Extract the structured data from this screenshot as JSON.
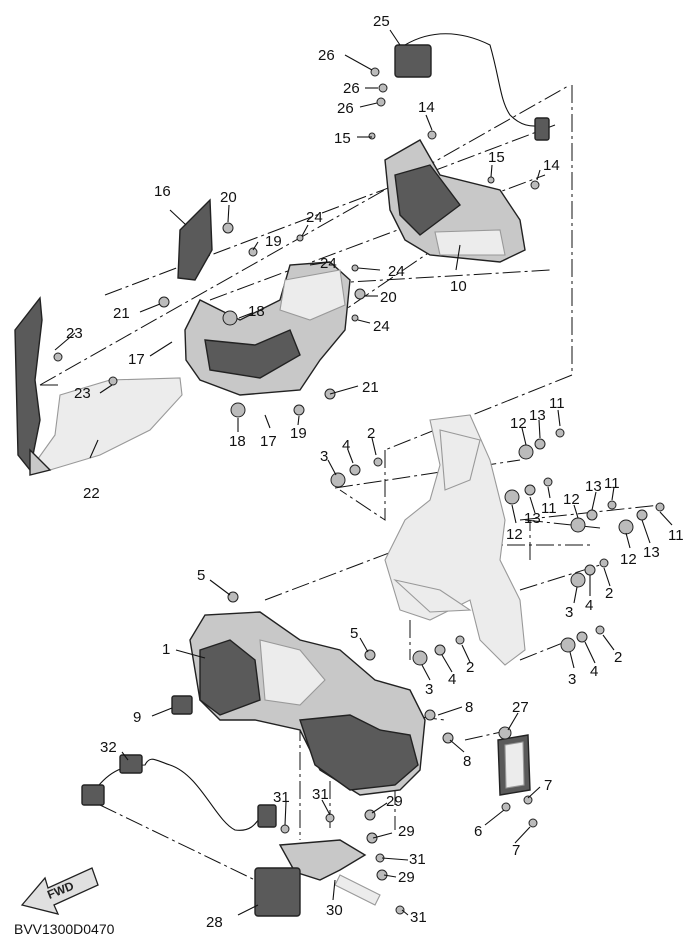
{
  "diagram_code": "BVV1300D0470",
  "fwd_label": "FWD",
  "callouts": {
    "c1": "1",
    "c2a": "2",
    "c2b": "2",
    "c2c": "2",
    "c2d": "2",
    "c3a": "3",
    "c3b": "3",
    "c3c": "3",
    "c3d": "3",
    "c4a": "4",
    "c4b": "4",
    "c4c": "4",
    "c4d": "4",
    "c5a": "5",
    "c5b": "5",
    "c6": "6",
    "c7a": "7",
    "c7b": "7",
    "c8a": "8",
    "c8b": "8",
    "c9": "9",
    "c10": "10",
    "c11a": "11",
    "c11b": "11",
    "c11c": "11",
    "c11d": "11",
    "c12a": "12",
    "c12b": "12",
    "c12c": "12",
    "c12d": "12",
    "c13a": "13",
    "c13b": "13",
    "c13c": "13",
    "c13d": "13",
    "c14a": "14",
    "c14b": "14",
    "c15a": "15",
    "c15b": "15",
    "c16": "16",
    "c17a": "17",
    "c17b": "17",
    "c18a": "18",
    "c18b": "18",
    "c19a": "19",
    "c19b": "19",
    "c20a": "20",
    "c20b": "20",
    "c21a": "21",
    "c21b": "21",
    "c22": "22",
    "c23a": "23",
    "c23b": "23",
    "c24a": "24",
    "c24b": "24",
    "c24c": "24",
    "c24d": "24",
    "c25": "25",
    "c26a": "26",
    "c26b": "26",
    "c26c": "26",
    "c27": "27",
    "c28": "28",
    "c29a": "29",
    "c29b": "29",
    "c29c": "29",
    "c30": "30",
    "c31a": "31",
    "c31b": "31",
    "c31c": "31",
    "c31d": "31",
    "c32": "32"
  }
}
